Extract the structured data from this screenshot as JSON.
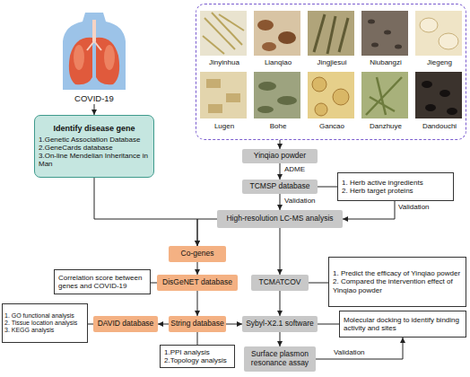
{
  "diagram": {
    "nodes": [
      {
        "text": [
          "COVID-19"
        ]
      },
      {
        "text": [
          "Jinyinhua",
          "Lianqiao",
          "Jingjiesui",
          "Niubangzi",
          "Jiegeng",
          "Lugen",
          "Bohe",
          "Gancao",
          "Danzhuye",
          "Dandouchi"
        ]
      },
      {
        "text": [
          "Identify disease gene",
          "1.Genetic Association Database",
          "2.GeneCards database",
          "3.On-line Mendelian Inheritance in Man"
        ]
      },
      {
        "text": [
          "Yinqiao powder"
        ]
      },
      {
        "text": [
          "TCMSP database"
        ]
      },
      {
        "text": [
          "1. Herb active ingredients",
          "2. Herb target proteins"
        ]
      },
      {
        "text": [
          "High-resolution LC-MS analysis"
        ]
      },
      {
        "text": [
          "Co-genes"
        ]
      },
      {
        "text": [
          "Correlation score between genes and COVID-19"
        ]
      },
      {
        "text": [
          "DisGeNET database"
        ]
      },
      {
        "text": [
          "TCMATCOV"
        ]
      },
      {
        "text": [
          "1. Predict the efficacy of Yinqiao powder",
          "2. Compared the intervention effect of Yinqiao powder"
        ]
      },
      {
        "text": [
          "1. GO functional analysis",
          "2. Tissue location analysis",
          "3. KEGG analysis"
        ]
      },
      {
        "text": [
          "DAVID database"
        ]
      },
      {
        "text": [
          "String database"
        ]
      },
      {
        "text": [
          "Sybyl-X2.1 software"
        ]
      },
      {
        "text": [
          "Molecular docking to identify binding activity and sites"
        ]
      },
      {
        "text": [
          "1.PPI analysis",
          "2.Topology analysis"
        ]
      },
      {
        "text": [
          "Surface plasmon resonance assay"
        ]
      }
    ],
    "edges": [
      {
        "from": 0,
        "to": 2,
        "arrow": "to"
      },
      {
        "from": 1,
        "to": 3,
        "arrow": "to"
      },
      {
        "from": 3,
        "to": 4,
        "label": "ADME",
        "arrow": "to"
      },
      {
        "from": 4,
        "to": 5,
        "arrow": "none"
      },
      {
        "from": 4,
        "to": 6,
        "label": "Validation",
        "arrow": "to"
      },
      {
        "from": 5,
        "to": 6,
        "label": "Validation",
        "arrow": "to"
      },
      {
        "from": 2,
        "to": 7,
        "arrow": "to"
      },
      {
        "from": 6,
        "to": 7,
        "arrow": "to"
      },
      {
        "from": 6,
        "to": 10,
        "arrow": "to"
      },
      {
        "from": 7,
        "to": 9,
        "arrow": "to"
      },
      {
        "from": 9,
        "to": 8,
        "arrow": "none"
      },
      {
        "from": 10,
        "to": 11,
        "arrow": "none"
      },
      {
        "from": 9,
        "to": 14,
        "arrow": "to"
      },
      {
        "from": 14,
        "to": 13,
        "arrow": "to"
      },
      {
        "from": 13,
        "to": 12,
        "arrow": "none"
      },
      {
        "from": 14,
        "to": 15,
        "arrow": "to"
      },
      {
        "from": 10,
        "to": 15,
        "arrow": "to"
      },
      {
        "from": 14,
        "to": 17,
        "arrow": "none"
      },
      {
        "from": 15,
        "to": 16,
        "arrow": "none"
      },
      {
        "from": 15,
        "to": 18,
        "arrow": "to"
      },
      {
        "from": 18,
        "to": 16,
        "label": "Validation",
        "arrow": "to"
      }
    ]
  }
}
